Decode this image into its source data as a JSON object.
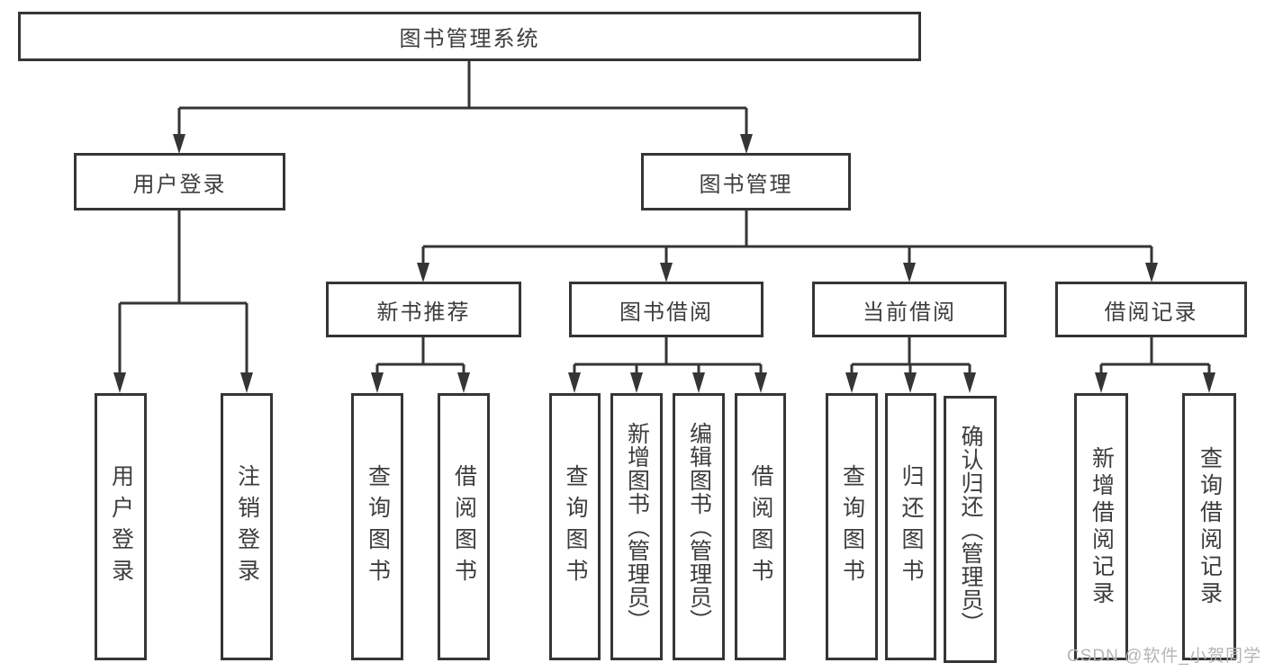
{
  "colors": {
    "line": "#353535",
    "box_border": "#353535",
    "text": "#3d3d3d",
    "box_background": "#ffffff",
    "page_background": "#ffffff",
    "watermark": "#b5b5b5"
  },
  "diagram": {
    "root": {
      "label": "图书管理系统"
    },
    "branches": [
      {
        "label": "用户登录",
        "children": [
          {
            "label": "用户登录"
          },
          {
            "label": "注销登录"
          }
        ]
      },
      {
        "label": "图书管理",
        "children": [
          {
            "label": "新书推荐",
            "children": [
              {
                "label": "查询图书"
              },
              {
                "label": "借阅图书"
              }
            ]
          },
          {
            "label": "图书借阅",
            "children": [
              {
                "label": "查询图书"
              },
              {
                "label": "新增图书（管理员）"
              },
              {
                "label": "编辑图书（管理员）"
              },
              {
                "label": "借阅图书"
              }
            ]
          },
          {
            "label": "当前借阅",
            "children": [
              {
                "label": "查询图书"
              },
              {
                "label": "归还图书"
              },
              {
                "label": "确认归还（管理员）"
              }
            ]
          },
          {
            "label": "借阅记录",
            "children": [
              {
                "label": "新增借阅记录"
              },
              {
                "label": "查询借阅记录"
              }
            ]
          }
        ]
      }
    ]
  },
  "watermark": {
    "text": "CSDN @软件_小贺同学"
  }
}
